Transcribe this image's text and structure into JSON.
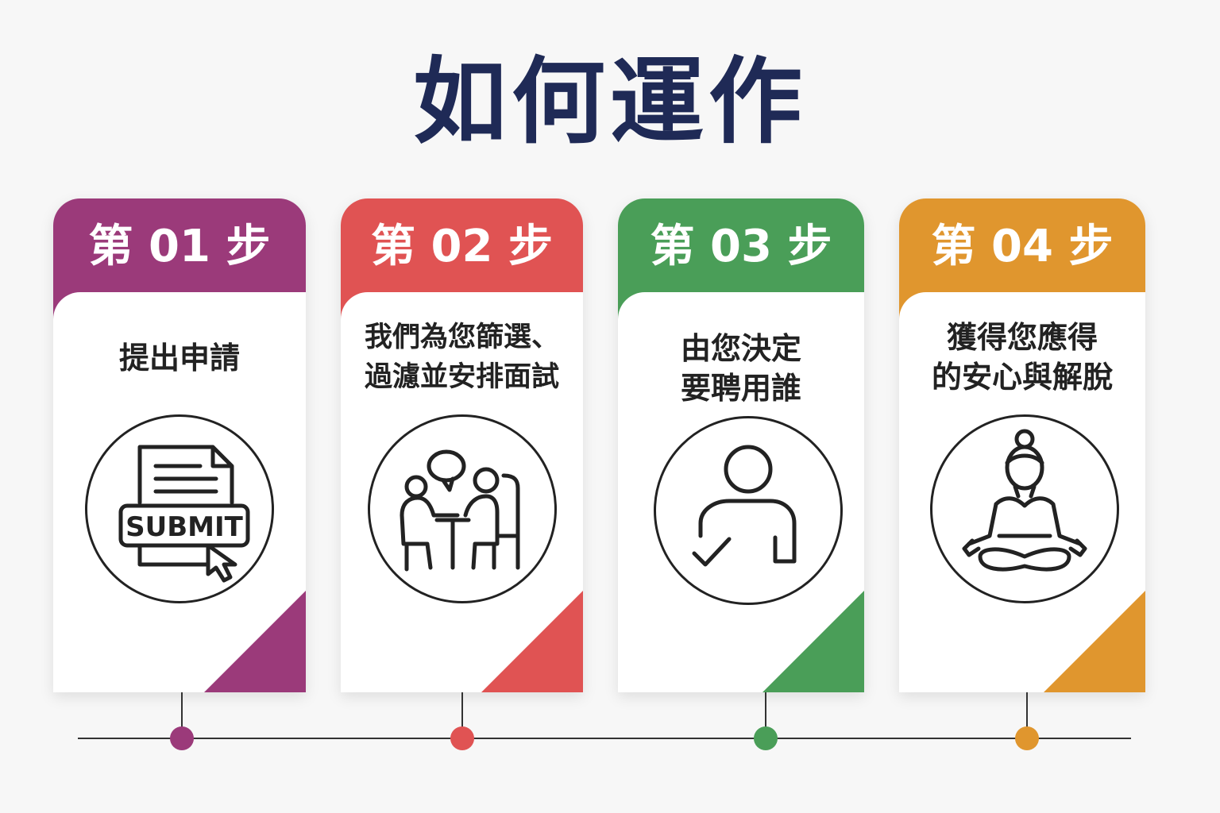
{
  "title": "如何運作",
  "steps": [
    {
      "label": "第 01 步",
      "desc_lines": [
        "提出申請"
      ],
      "color": "#9b3a7a",
      "icon": "submit-document-icon",
      "icon_text": "SUBMIT"
    },
    {
      "label": "第 02 步",
      "desc_lines": [
        "我們為您篩選、",
        "過濾並安排面試"
      ],
      "color": "#e05353",
      "icon": "interview-icon"
    },
    {
      "label": "第 03 步",
      "desc_lines": [
        "由您決定",
        "要聘用誰"
      ],
      "color": "#4a9e58",
      "icon": "person-check-icon"
    },
    {
      "label": "第 04 步",
      "desc_lines": [
        "獲得您應得",
        "的安心與解脫"
      ],
      "color": "#e0962e",
      "icon": "meditation-icon"
    }
  ]
}
